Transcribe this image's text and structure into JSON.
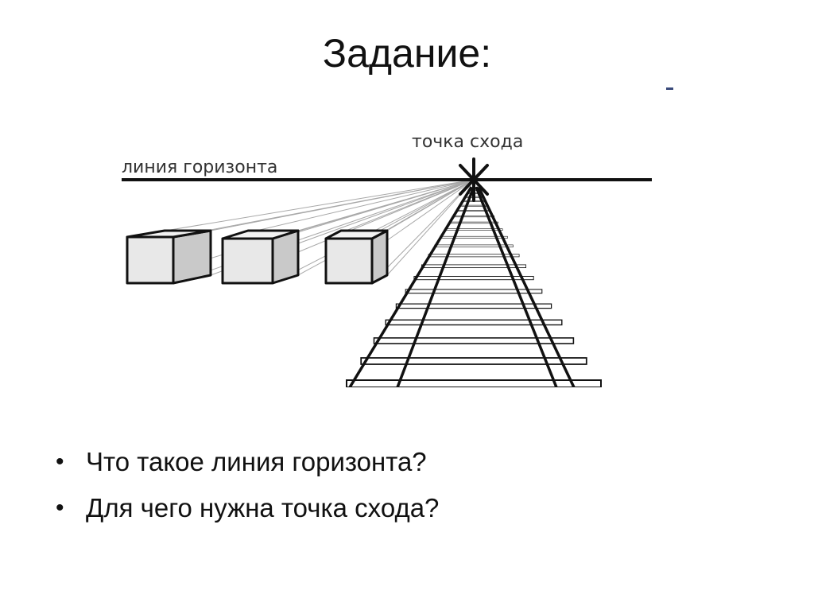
{
  "slide": {
    "title": "Задание:"
  },
  "diagram": {
    "horizon_label": "линия горизонта",
    "vanishing_label": "точка схода",
    "line_color": "#111111",
    "guide_color": "#a8a8a8",
    "box_face_color": "#e8e8e8",
    "box_side_color": "#c9c9c9"
  },
  "questions": [
    {
      "bullet": "•",
      "text": "Что такое линия горизонта?"
    },
    {
      "bullet": "•",
      "text": "Для чего нужна точка схода?"
    }
  ]
}
